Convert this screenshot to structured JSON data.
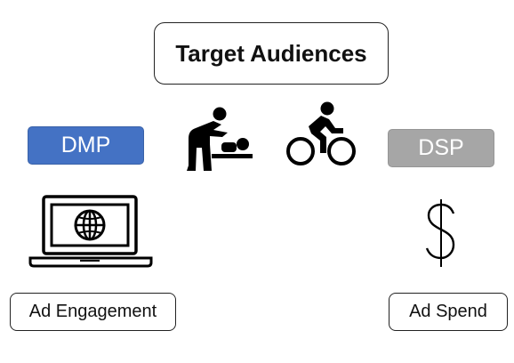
{
  "diagram": {
    "title": "Target Audiences",
    "left_node": {
      "label": "DMP",
      "color": "#4472c4"
    },
    "right_node": {
      "label": "DSP",
      "color": "#a6a6a6"
    },
    "left_footer": {
      "label": "Ad Engagement"
    },
    "right_footer": {
      "label": "Ad Spend"
    },
    "icons": [
      "parent-changing-baby-icon",
      "cyclist-icon",
      "laptop-globe-icon",
      "dollar-sign-icon"
    ]
  }
}
